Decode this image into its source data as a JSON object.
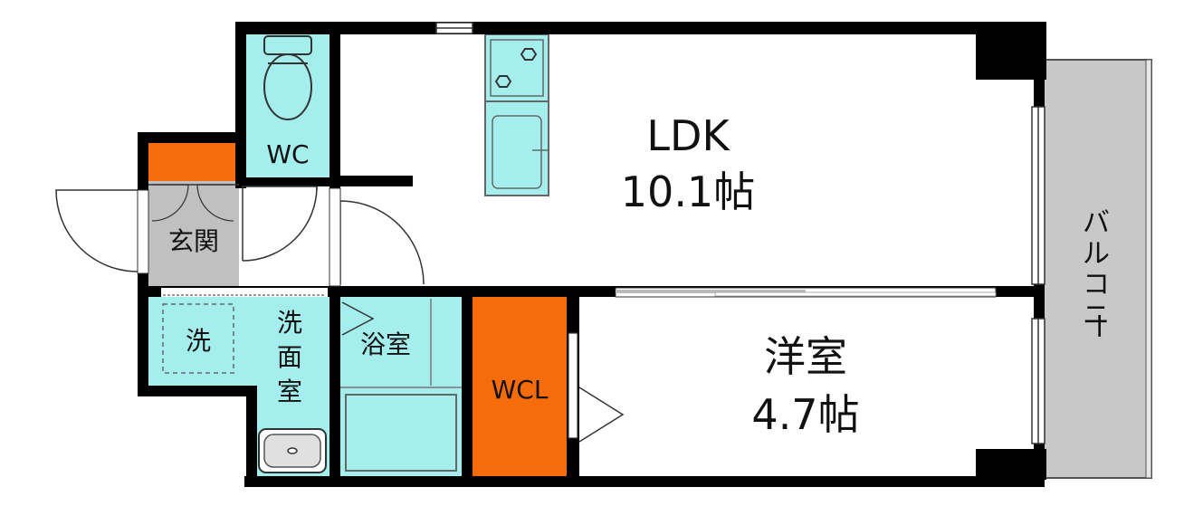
{
  "rooms": {
    "ldk": {
      "name": "LDK",
      "size": "10.1帖"
    },
    "western": {
      "name": "洋室",
      "size": "4.7帖"
    },
    "wc": {
      "name": "WC"
    },
    "wcl": {
      "name": "WCL"
    },
    "entrance": {
      "name": "玄関"
    },
    "washroom": {
      "name_line1": "洗",
      "name_line2": "面",
      "name_line3": "室"
    },
    "laundry": {
      "name": "洗"
    },
    "bath": {
      "name": "浴室"
    },
    "balcony": {
      "name_chars": [
        "バ",
        "ル",
        "コ",
        "ニ",
        "ー"
      ]
    }
  },
  "colors": {
    "wall": "#000000",
    "wet_area": "#a5eeee",
    "storage": "#f76c0a",
    "entrance_floor": "#c0c0c0",
    "balcony": "#c8c8c8",
    "floor": "#ffffff"
  }
}
